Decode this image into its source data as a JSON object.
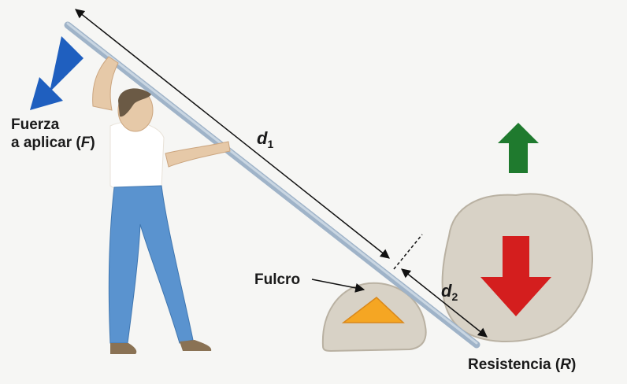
{
  "colors": {
    "force_arrow": "#1f5fbf",
    "resistance_arrow": "#d41e1e",
    "up_arrow": "#1f7a2e",
    "fulcrum_triangle": "#f5a623",
    "lever": "#9fb3c8",
    "rock": "#d8d2c6",
    "jeans": "#5a93cf"
  },
  "labels": {
    "force_line1": "Fuerza",
    "force_line2_prefix": "a aplicar (",
    "force_symbol": "F",
    "force_line2_suffix": ")",
    "fulcrum": "Fulcro",
    "d1_letter": "d",
    "d1_sub": "1",
    "d2_letter": "d",
    "d2_sub": "2",
    "resistance_prefix": "Resistencia (",
    "resistance_symbol": "R",
    "resistance_suffix": ")"
  },
  "icons": {
    "force": "arrow-down-left-icon",
    "resistance": "arrow-down-icon",
    "lift": "arrow-up-icon"
  }
}
